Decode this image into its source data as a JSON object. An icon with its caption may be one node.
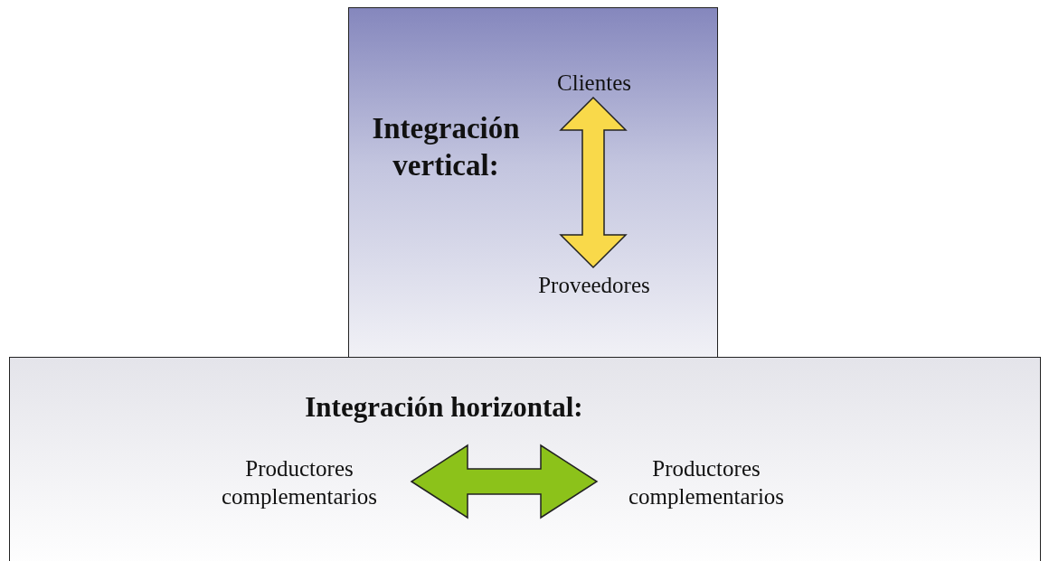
{
  "diagram": {
    "nodes": [
      {
        "text": [
          "Integración vertical:"
        ]
      },
      {
        "text": [
          "Clientes"
        ],
        "in": 0
      },
      {
        "text": [
          "Proveedores"
        ],
        "in": 0
      },
      {
        "text": [
          "Integración horizontal:"
        ]
      },
      {
        "text": [
          "Productores complementarios"
        ],
        "in": 3
      },
      {
        "text": [
          "Productores complementarios"
        ],
        "in": 3
      }
    ],
    "edges": [
      {
        "from": 1,
        "to": 2,
        "arrow": "both",
        "color": "#f9d94a"
      },
      {
        "from": 4,
        "to": 5,
        "arrow": "both",
        "color": "#8cc21a"
      }
    ]
  }
}
